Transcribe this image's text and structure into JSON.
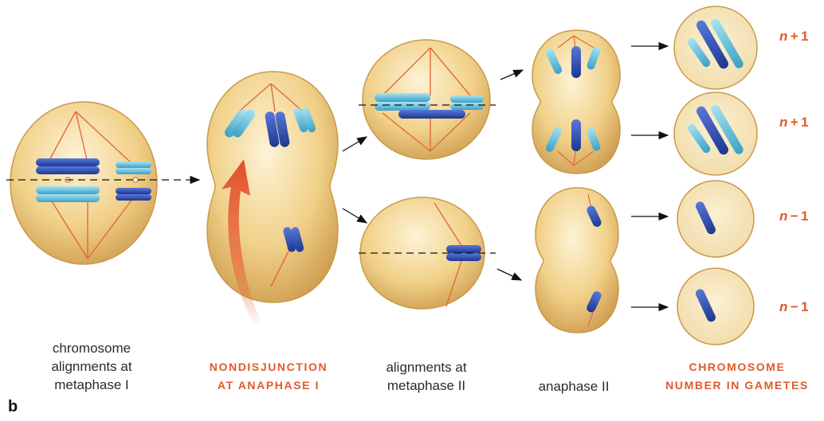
{
  "captions": {
    "metaphase1": [
      "chromosome",
      "alignments at",
      "metaphase I"
    ],
    "nondisjunction": [
      "NONDISJUNCTION",
      "AT ANAPHASE I"
    ],
    "metaphase2": [
      "alignments at",
      "metaphase II"
    ],
    "anaphase2": [
      "anaphase II"
    ],
    "gametes": [
      "CHROMOSOME",
      "NUMBER IN GAMETES"
    ]
  },
  "gamete_counts": [
    {
      "n": "n",
      "op": "+",
      "num": "1"
    },
    {
      "n": "n",
      "op": "+",
      "num": "1"
    },
    {
      "n": "n",
      "op": "−",
      "num": "1"
    },
    {
      "n": "n",
      "op": "−",
      "num": "1"
    }
  ],
  "panel_letter": "b",
  "colors": {
    "cell_fill": "#f1d189",
    "cell_edge": "#c9994a",
    "chromosome_dark": "#2a48a8",
    "chromosome_light": "#5dbbd8",
    "spindle": "#e36a3a",
    "label_red": "#e05a2b"
  }
}
